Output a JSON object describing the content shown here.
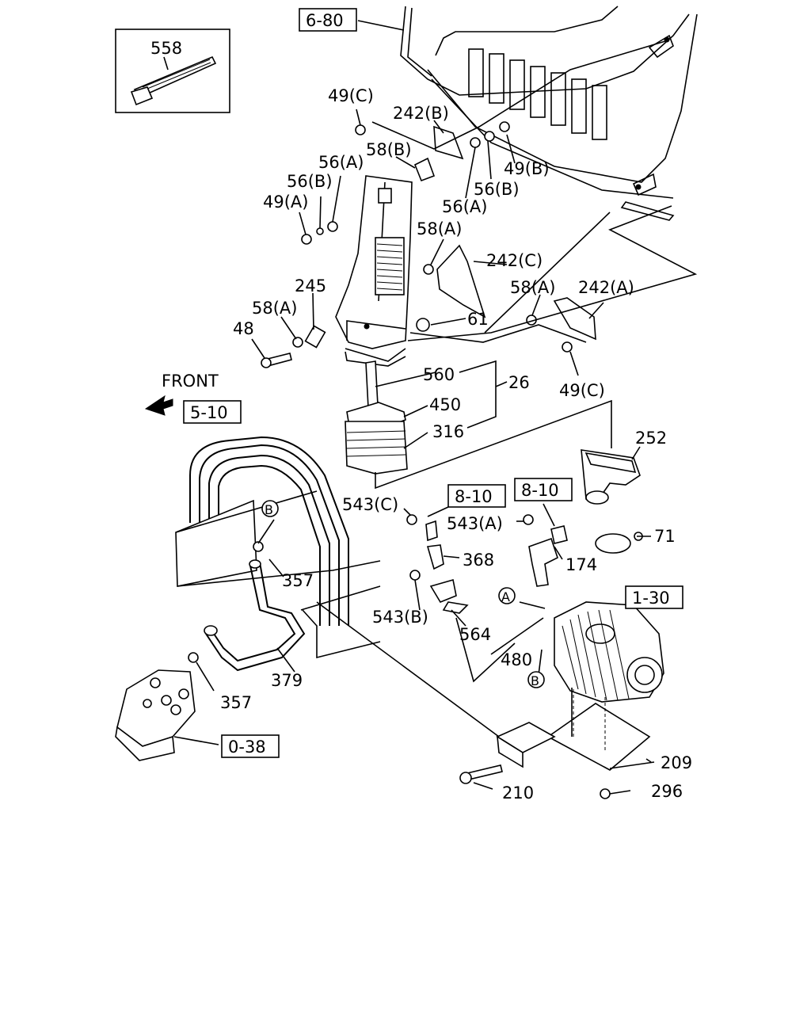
{
  "front_label": "FRONT",
  "refs": {
    "r680": "6-80",
    "r510": "5-10",
    "r810a": "8-10",
    "r810b": "8-10",
    "r130": "1-30",
    "r038": "0-38"
  },
  "callouts": {
    "A": "A",
    "B1": "B",
    "B2": "B"
  },
  "labels": {
    "l558": "558",
    "l49c_top": "49(C)",
    "l242b": "242(B)",
    "l58b": "58(B)",
    "l56a_left": "56(A)",
    "l56b_left": "56(B)",
    "l49a": "49(A)",
    "l49b": "49(B)",
    "l56b_right": "56(B)",
    "l56a_right": "56(A)",
    "l58a_top": "58(A)",
    "l242c": "242(C)",
    "l245": "245",
    "l58a_left": "58(A)",
    "l48": "48",
    "l61": "61",
    "l58a_right": "58(A)",
    "l242a": "242(A)",
    "l560": "560",
    "l26": "26",
    "l450": "450",
    "l316": "316",
    "l49c_bottom": "49(C)",
    "l252": "252",
    "l543c": "543(C)",
    "l543a": "543(A)",
    "l71": "71",
    "l368": "368",
    "l174": "174",
    "l357_top": "357",
    "l543b": "543(B)",
    "l564": "564",
    "l480": "480",
    "l379": "379",
    "l357_bottom": "357",
    "l209": "209",
    "l210": "210",
    "l296": "296"
  }
}
